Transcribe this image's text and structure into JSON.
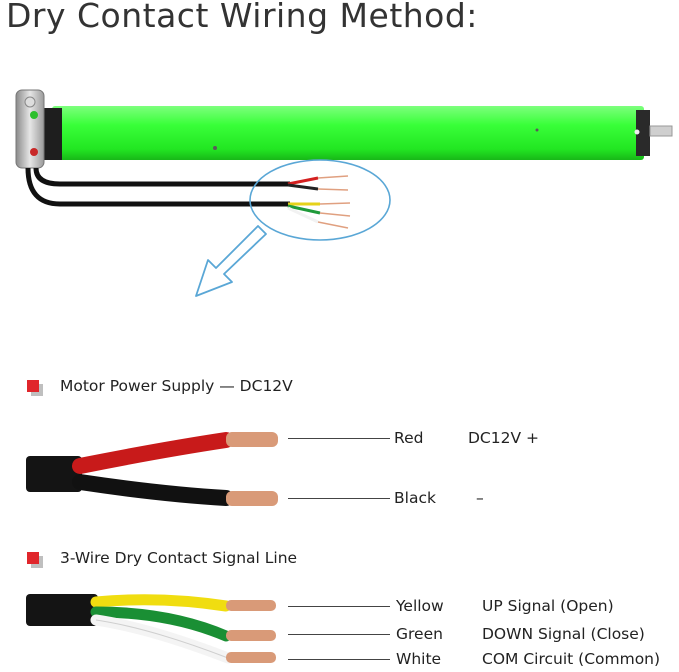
{
  "title": "Dry Contact Wiring Method:",
  "colors": {
    "tube": "#2fff2f",
    "bullet": "#e0262b",
    "callout": "#5aa7d6"
  },
  "power_section": {
    "heading": "Motor Power Supply — DC12V",
    "wires": [
      {
        "color_name": "Red",
        "meaning": "DC12V +"
      },
      {
        "color_name": "Black",
        "meaning": "–"
      }
    ]
  },
  "signal_section": {
    "heading": "3-Wire Dry Contact Signal Line",
    "wires": [
      {
        "color_name": "Yellow",
        "meaning": "UP Signal (Open)"
      },
      {
        "color_name": "Green",
        "meaning": "DOWN Signal (Close)"
      },
      {
        "color_name": "White",
        "meaning": "COM Circuit (Common)"
      }
    ]
  }
}
